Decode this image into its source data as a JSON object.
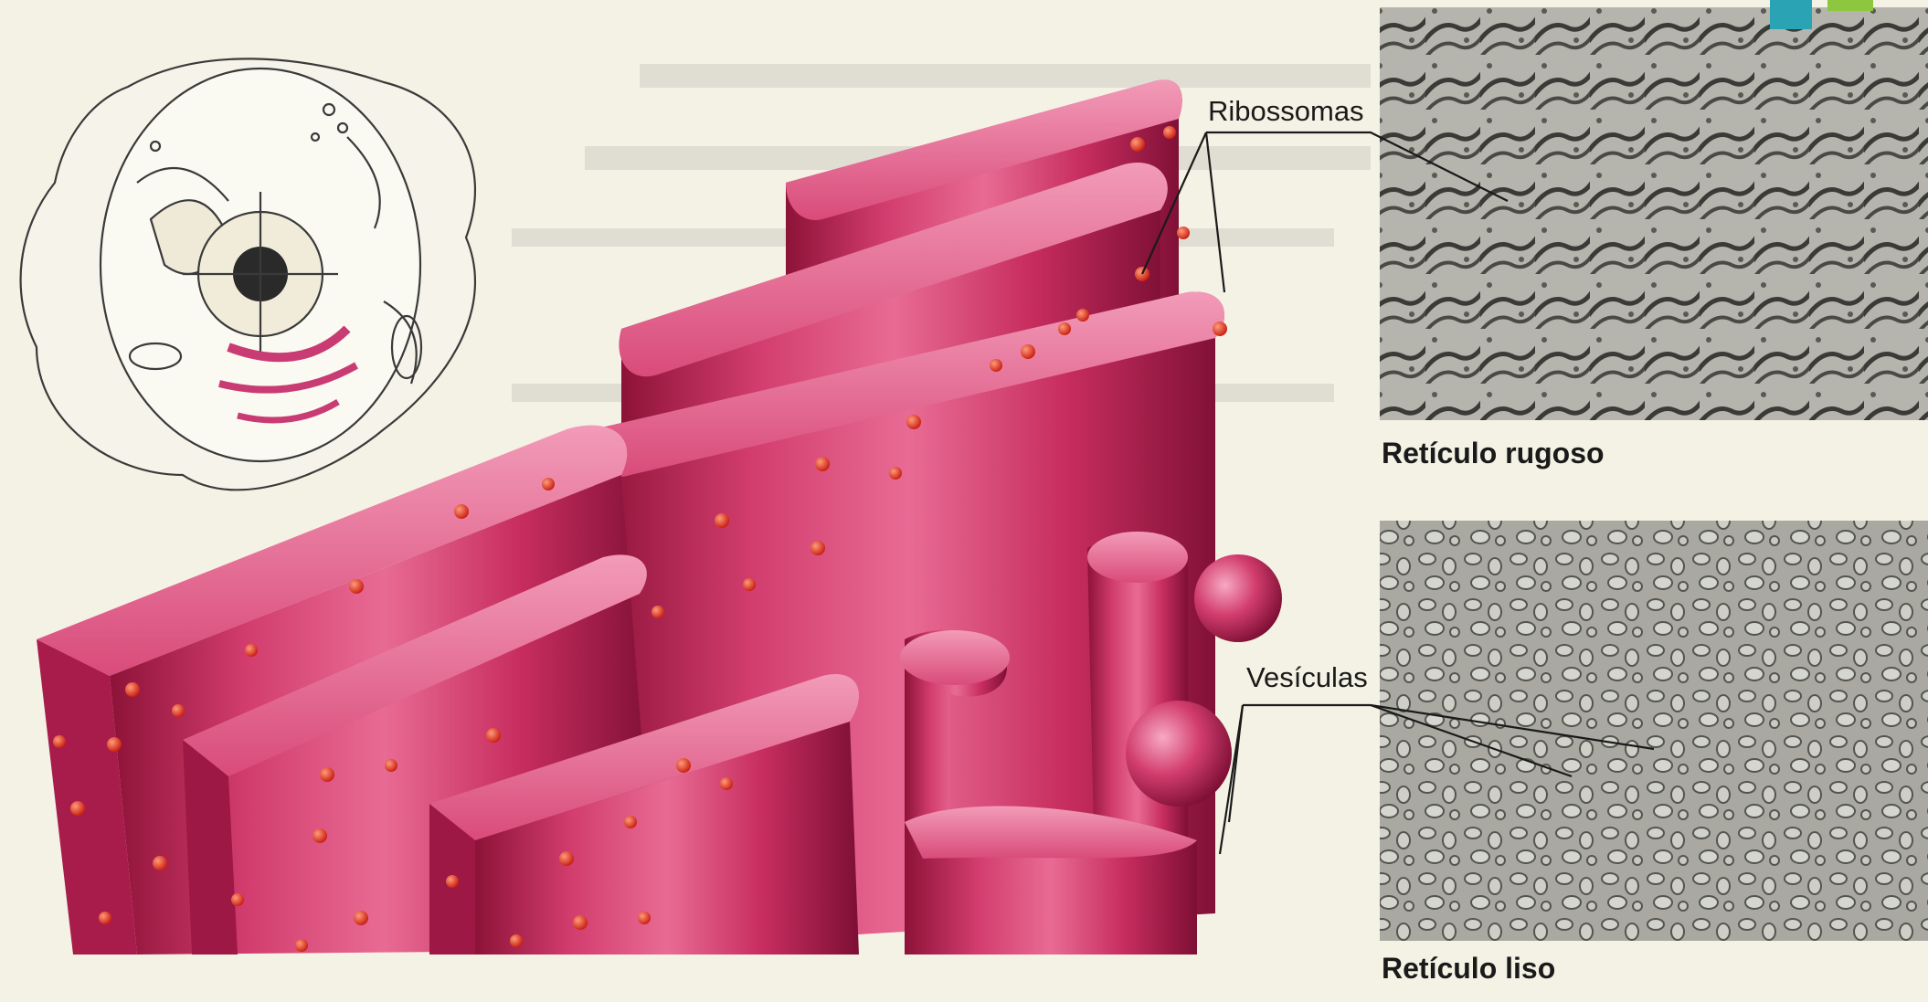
{
  "labels": {
    "ribosomes": "Ribossomas",
    "vesicles": "Vesículas",
    "rough_er": "Retículo rugoso",
    "smooth_er": "Retículo liso"
  },
  "colors": {
    "background": "#f4f2e4",
    "membrane": "#c2265a",
    "membrane_light": "#e8789e",
    "membrane_dark": "#7d0f35",
    "ribosome": "#e8341c",
    "micrograph": "#9a9a94",
    "accent_teal": "#2aa3b5",
    "accent_green": "#8dc63f"
  },
  "icons": {
    "cell": "animal-cell-outline-icon",
    "er_model": "endoplasmic-reticulum-3d-model",
    "micrograph_rough": "rough-er-micrograph",
    "micrograph_smooth": "smooth-er-micrograph"
  }
}
